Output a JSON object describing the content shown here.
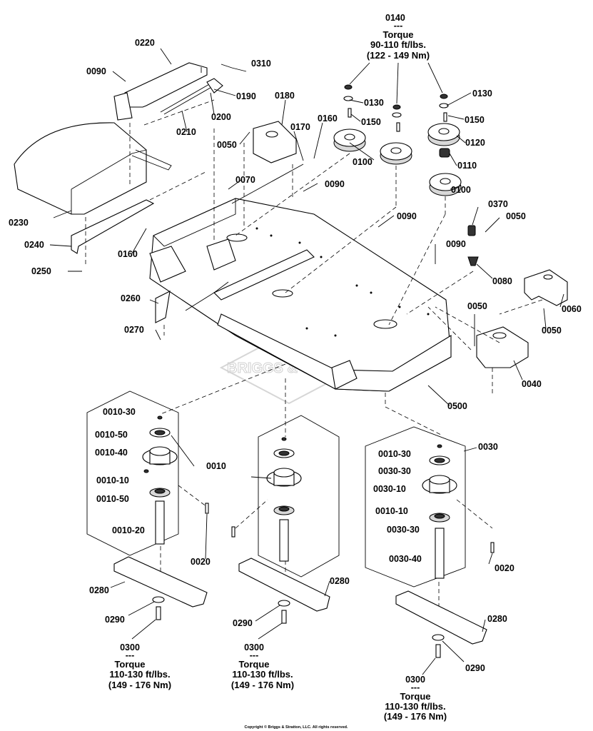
{
  "labels": {
    "l0140": "0140",
    "l0220": "0220",
    "l0310": "0310",
    "l0090a": "0090",
    "l0190": "0190",
    "l0200": "0200",
    "l0210": "0210",
    "l0180": "0180",
    "l0160a": "0160",
    "l0170": "0170",
    "l0050a": "0050",
    "l0130a": "0130",
    "l0130b": "0130",
    "l0150a": "0150",
    "l0150b": "0150",
    "l0120": "0120",
    "l0100a": "0100",
    "l0110": "0110",
    "l0100b": "0100",
    "l0070": "0070",
    "l0090b": "0090",
    "l0230": "0230",
    "l0090c": "0090",
    "l0370": "0370",
    "l0050b": "0050",
    "l0240": "0240",
    "l0160b": "0160",
    "l0090d": "0090",
    "l0080": "0080",
    "l0250": "0250",
    "l0060": "0060",
    "l0260": "0260",
    "l0050c": "0050",
    "l0050d": "0050",
    "l0270": "0270",
    "l0040": "0040",
    "l0500": "0500",
    "l0010_30a": "0010-30",
    "l0010_50a": "0010-50",
    "l0010_40": "0010-40",
    "l0010": "0010",
    "l0010_10a": "0010-10",
    "l0010_50b": "0010-50",
    "l0010_20": "0010-20",
    "l0020a": "0020",
    "l0030": "0030",
    "l0010_30b": "0010-30",
    "l0030_30a": "0030-30",
    "l0030_10": "0030-10",
    "l0010_10b": "0010-10",
    "l0030_30b": "0030-30",
    "l0030_40": "0030-40",
    "l0020b": "0020",
    "l0280a": "0280",
    "l0280b": "0280",
    "l0280c": "0280",
    "l0290a": "0290",
    "l0290b": "0290",
    "l0290c": "0290",
    "l0300a": "0300",
    "l0300b": "0300",
    "l0300c": "0300"
  },
  "torque_top": {
    "dash": "---",
    "title": "Torque",
    "imperial": "90-110 ft/lbs.",
    "metric": "(122 - 149 Nm)"
  },
  "torque_blade": {
    "dash": "---",
    "title": "Torque",
    "imperial": "110-130 ft/lbs.",
    "metric": "(149 - 176 Nm)"
  },
  "watermark": "BRIGGS & STRATTON",
  "copyright": "Copyright © Briggs & Stratton, LLC. All rights reserved."
}
